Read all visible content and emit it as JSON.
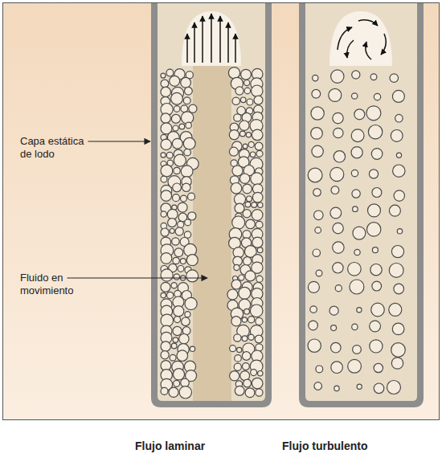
{
  "diagram": {
    "labels": [
      "Capa estática de lodo",
      "Fluido en movimiento",
      "Flujo laminar",
      "Flujo turbulento"
    ]
  }
}
